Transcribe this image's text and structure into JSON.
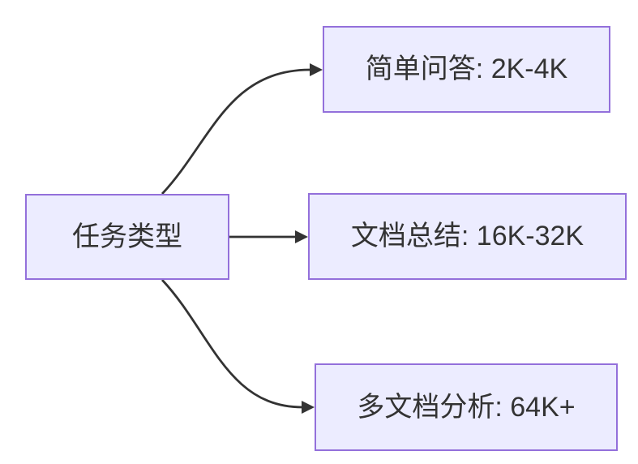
{
  "diagram": {
    "type": "flowchart-left-to-right",
    "root": {
      "label": "任务类型"
    },
    "branches": [
      {
        "label": "简单问答: 2K-4K"
      },
      {
        "label": "文档总结: 16K-32K"
      },
      {
        "label": "多文档分析: 64K+"
      }
    ]
  },
  "colors": {
    "background": "#FFFFFF",
    "node_fill": "#ECECFF",
    "node_border": "#9370DB",
    "edge": "#333333",
    "text": "#333333"
  }
}
